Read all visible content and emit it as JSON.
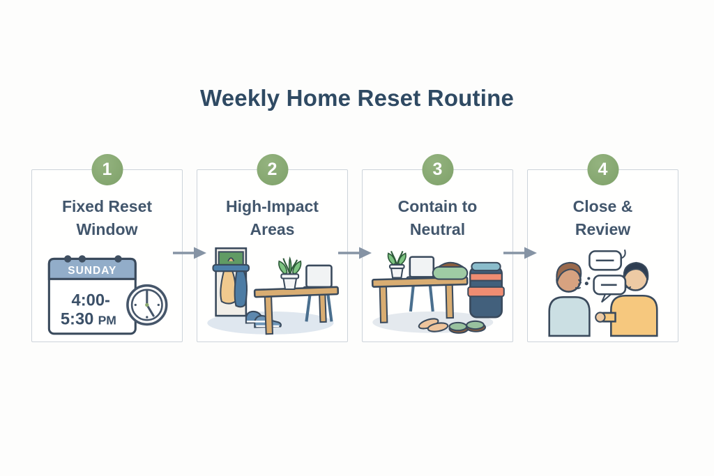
{
  "page": {
    "title": "Weekly Home Reset Routine"
  },
  "colors": {
    "accent_green": "#87a872",
    "heading_text": "#2f4a63",
    "step_title_text": "#42566c",
    "card_border": "#ccd3da",
    "arrow_gray": "#8593a4",
    "calendar_header_blue": "#92adc9"
  },
  "steps": [
    {
      "number": "1",
      "title_line1": "Fixed Reset",
      "title_line2": "Window",
      "illustration": "calendar-with-clock",
      "calendar": {
        "day": "SUNDAY",
        "time_line1": "4:00-",
        "time_line2": "5:30",
        "meridiem": "PM"
      }
    },
    {
      "number": "2",
      "title_line1": "High-Impact",
      "title_line2": "Areas",
      "illustration": "entryway-scene"
    },
    {
      "number": "3",
      "title_line1": "Contain to",
      "title_line2": "Neutral",
      "illustration": "table-and-bins-scene"
    },
    {
      "number": "4",
      "title_line1": "Close &",
      "title_line2": "Review",
      "illustration": "conversation-scene"
    }
  ]
}
